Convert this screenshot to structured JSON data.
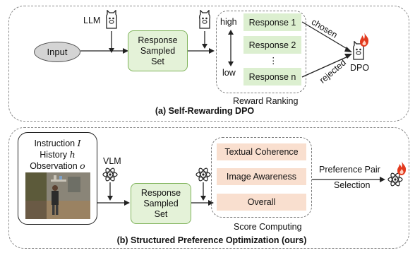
{
  "panel_a": {
    "caption": "(a) Self-Rewarding DPO",
    "llm_label": "LLM",
    "input_label": "Input",
    "response_set": [
      "Response",
      "Sampled",
      "Set"
    ],
    "high_label": "high",
    "low_label": "low",
    "responses": [
      "Response 1",
      "Response 2",
      "⋮",
      "Response n"
    ],
    "ranking_caption": "Reward Ranking",
    "chosen_label": "chosen",
    "rejected_label": "rejected",
    "dpo_label": "DPO"
  },
  "panel_b": {
    "caption": "(b) Structured Preference Optimization (ours)",
    "instruction_label": "Instruction",
    "instruction_symbol": "I",
    "history_label": "History",
    "history_symbol": "h",
    "observation_label": "Observation",
    "observation_symbol": "o",
    "vlm_label": "VLM",
    "response_set": [
      "Response",
      "Sampled",
      "Set"
    ],
    "scores": [
      "Textual Coherence",
      "Image Awareness",
      "Overall"
    ],
    "score_caption": "Score Computing",
    "preference_top": "Preference Pair",
    "preference_bottom": "Selection"
  },
  "colors": {
    "green_box": "#e4f2d8",
    "green_border": "#7fb35a",
    "score_fill": "#f9dfcf",
    "input_fill": "#d4d4d4",
    "flame": "#e23a1e"
  },
  "icons": [
    "llama-icon",
    "atom-icon",
    "flame-icon"
  ]
}
